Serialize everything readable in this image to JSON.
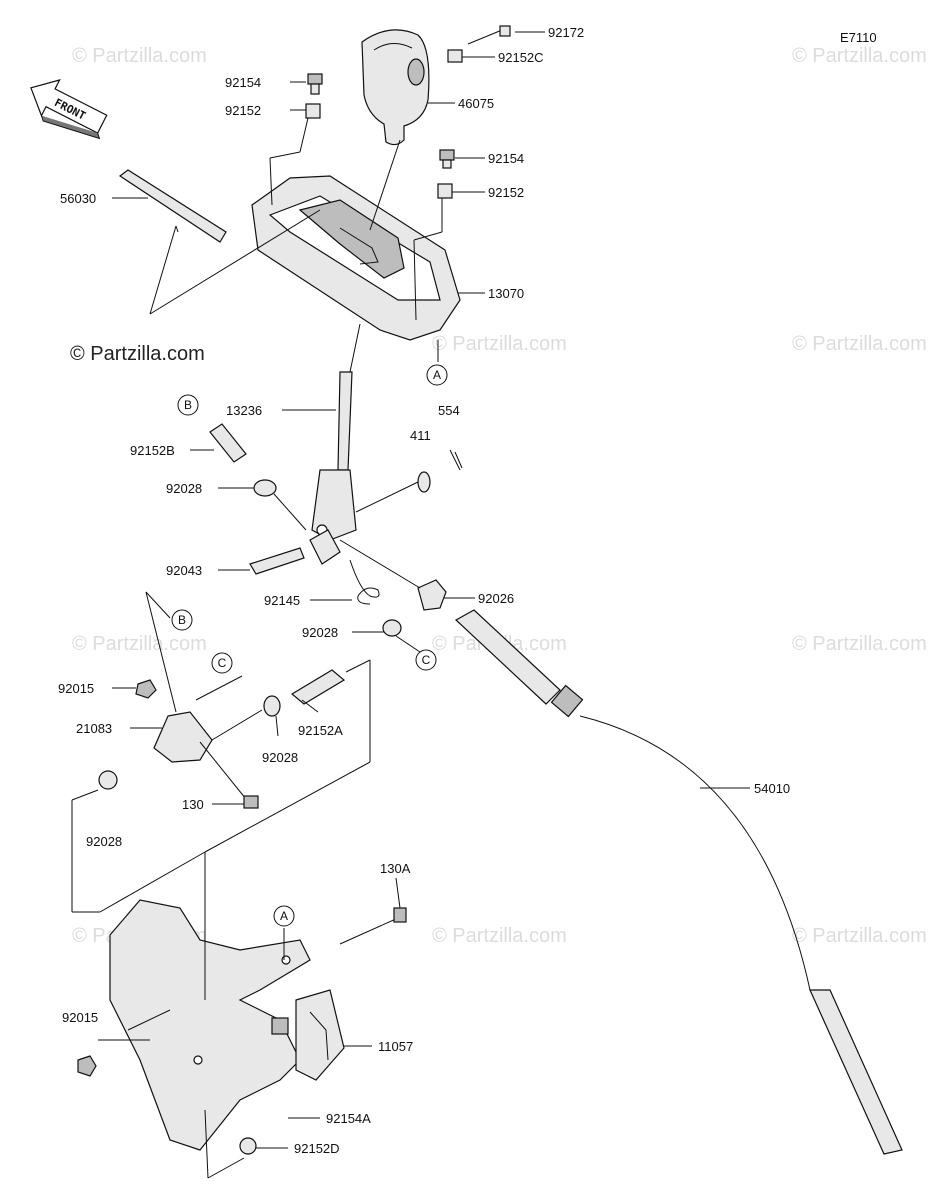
{
  "diagram_code": "E7110",
  "front_label": "FRONT",
  "watermark": "© Partzilla.com",
  "parts": {
    "p92172": "92172",
    "p92152C": "92152C",
    "p92154_top": "92154",
    "p92152_top": "92152",
    "p46075": "46075",
    "p92154_right": "92154",
    "p92152_right": "92152",
    "p56030": "56030",
    "p13070": "13070",
    "p13236": "13236",
    "p554": "554",
    "p411": "411",
    "p92152B": "92152B",
    "p92028_a": "92028",
    "p92043": "92043",
    "p92145": "92145",
    "p92026": "92026",
    "p92028_b": "92028",
    "p92015_top": "92015",
    "p21083": "21083",
    "p92028_c": "92028",
    "p92152A": "92152A",
    "p130": "130",
    "p92028_d": "92028",
    "p54010": "54010",
    "p130A": "130A",
    "p92015_bottom": "92015",
    "p11057": "11057",
    "p92154A": "92154A",
    "p92152D": "92152D"
  },
  "refs": {
    "A": "A",
    "B": "B",
    "C": "C"
  }
}
